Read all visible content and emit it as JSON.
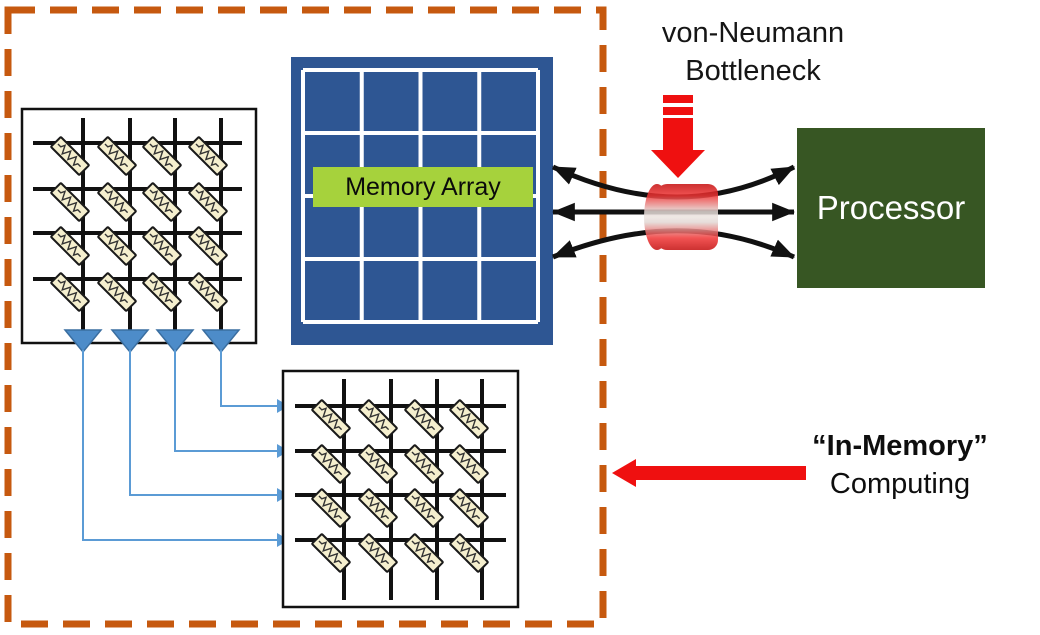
{
  "labels": {
    "von_neumann_line1": "von-Neumann",
    "von_neumann_line2": "Bottleneck",
    "memory_array": "Memory Array",
    "processor": "Processor",
    "in_memory_line1": "“In-Memory”",
    "in_memory_line2": "Computing"
  },
  "colors": {
    "dashed_border_orange": "#C6590F",
    "memory_box_blue": "#2E5693",
    "memory_grid_line": "#FFFFFF",
    "memory_label_green": "#A6D23C",
    "processor_green": "#375623",
    "arrow_red": "#EF1010",
    "bus_arrow_black": "#111111",
    "connector_blue": "#5B9BD5",
    "triangle_blue": "#4D8CC9",
    "triangle_border_blue": "#3A6EA0",
    "wire_black": "#111111",
    "resistor_fill": "#F5EFCE",
    "resistor_border": "#1A1A1A",
    "cylinder_red_dark": "#C40E0E",
    "cylinder_red_bright": "#F03535",
    "cylinder_highlight": "#E2D8D4"
  },
  "diagram": {
    "crossbar_top": {
      "rows": 4,
      "cols": 4,
      "device": "memristor-crossbar"
    },
    "crossbar_bottom": {
      "rows": 4,
      "cols": 4,
      "device": "memristor-crossbar"
    },
    "memory_grid": {
      "rows": 4,
      "cols": 4
    },
    "bus_arrow_count": 3,
    "dac_triangle_count": 4,
    "row_connector_count": 4
  }
}
